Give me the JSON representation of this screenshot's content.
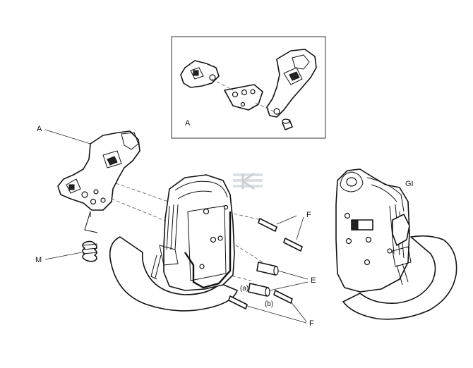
{
  "labels": {
    "inset_a": "A",
    "a": "A",
    "m": "M",
    "gi": "GI",
    "f_top": "F",
    "e": "E",
    "f_bottom": "F",
    "a_small": "(a)",
    "b_small": "(b)"
  },
  "colors": {
    "line": "#111111",
    "background": "#ffffff",
    "watermark": "#cfd4d8"
  }
}
